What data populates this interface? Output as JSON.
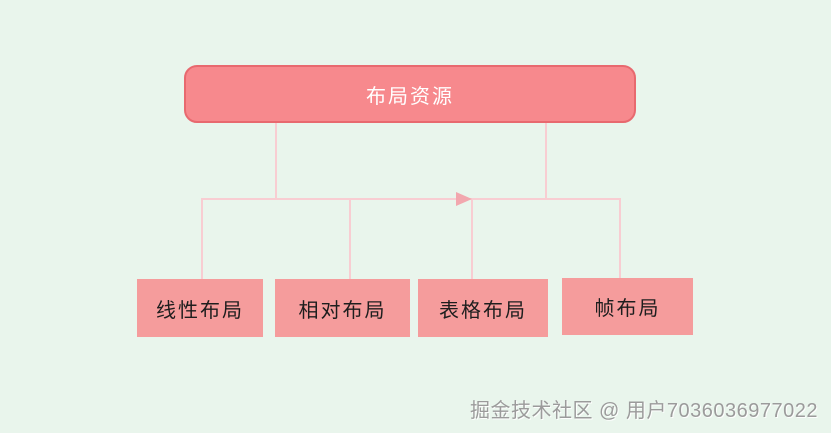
{
  "diagram": {
    "root": {
      "label": "布局资源"
    },
    "children": [
      {
        "label": "线性布局"
      },
      {
        "label": "相对布局"
      },
      {
        "label": "表格布局"
      },
      {
        "label": "帧布局"
      }
    ]
  },
  "watermark": {
    "text": "掘金技术社区 @ 用户7036036977022"
  },
  "colors": {
    "background": "#E9F5EC",
    "root_fill": "#F7898D",
    "root_border": "#E8696F",
    "root_text": "#FFFFFF",
    "child_fill": "#F59C9C",
    "child_text": "#1E1E1E",
    "connector": "#F8CDD2",
    "arrow": "#F2A7AE",
    "watermark_text": "#9B9B9B"
  }
}
